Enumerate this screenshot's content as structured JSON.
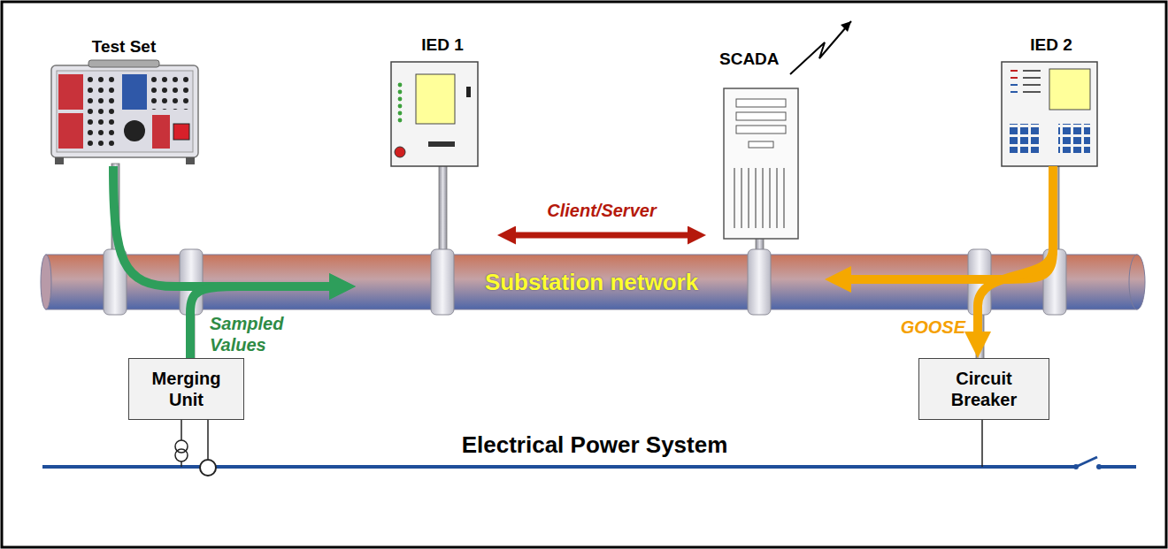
{
  "diagram": {
    "nodes": [
      {
        "text": [
          "Test Set"
        ]
      },
      {
        "text": [
          "IED 1"
        ]
      },
      {
        "text": [
          "SCADA"
        ]
      },
      {
        "text": [
          "IED 2"
        ]
      },
      {
        "text": [
          "Substation network"
        ]
      },
      {
        "text": [
          "Merging Unit"
        ]
      },
      {
        "text": [
          "Circuit Breaker"
        ]
      }
    ],
    "edges": [
      {
        "from": 0,
        "to": 4,
        "arrow": "to"
      },
      {
        "from": 5,
        "to": 4,
        "arrow": "to",
        "label": "Sampled Values"
      },
      {
        "from": 1,
        "to": 2,
        "arrow": "both",
        "label": "Client/Server"
      },
      {
        "from": 3,
        "to": 4,
        "arrow": "to",
        "label": "GOOSE"
      },
      {
        "from": 3,
        "to": 6,
        "arrow": "to"
      }
    ],
    "labels": [
      "Electrical Power System"
    ]
  }
}
